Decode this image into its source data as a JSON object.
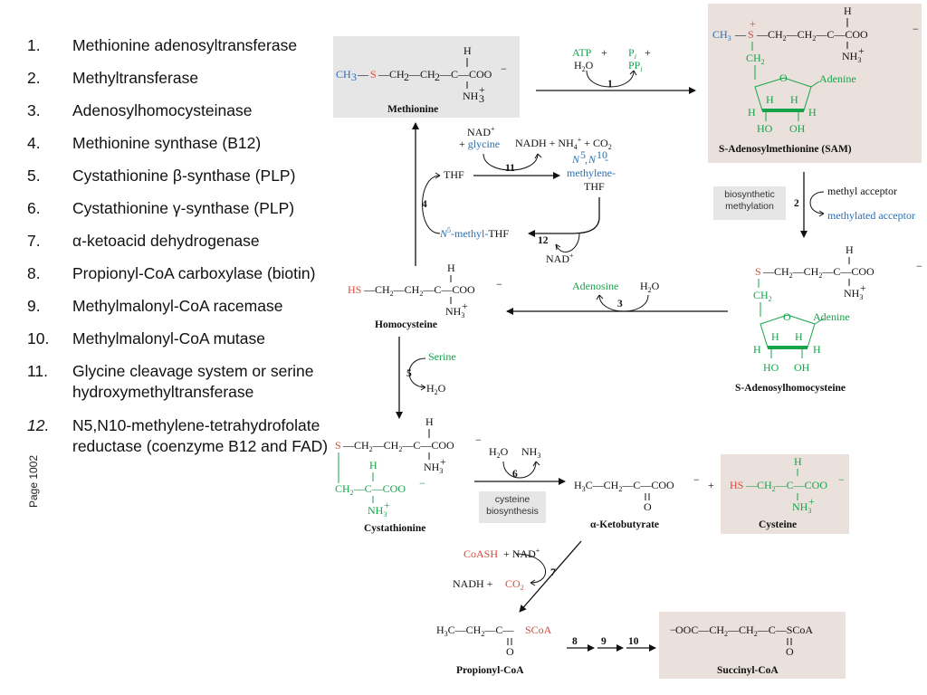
{
  "list": [
    {
      "num": "1.",
      "text": "Methionine adenosyltransferase"
    },
    {
      "num": "2.",
      "text": "Methyltransferase"
    },
    {
      "num": "3.",
      "text": "Adenosylhomocysteinase"
    },
    {
      "num": "4.",
      "text": "Methionine synthase (B12)"
    },
    {
      "num": "5.",
      "text": "Cystathionine β-synthase (PLP)"
    },
    {
      "num": "6.",
      "text": "Cystathionine γ-synthase (PLP)"
    },
    {
      "num": "7.",
      "text": "α-ketoacid dehydrogenase"
    },
    {
      "num": "8.",
      "text": "Propionyl-CoA carboxylase (biotin)"
    },
    {
      "num": "9.",
      "text": "Methylmalonyl-CoA racemase"
    },
    {
      "num": "10.",
      "text": "Methylmalonyl-CoA mutase"
    },
    {
      "num": "11.",
      "text": "Glycine cleavage system or serine hydroxymethyltransferase"
    },
    {
      "num": "12.",
      "text": "N5,N10-methylene-tetrahydrofolate reductase (coenzyme B12 and FAD)"
    }
  ],
  "page_label": "Page 1002",
  "compounds": {
    "methionine": "Methionine",
    "sam": "S-Adenosylmethionine (SAM)",
    "homocysteine": "Homocysteine",
    "sah": "S-Adenosylhomocysteine",
    "cystathionine": "Cystathionine",
    "ketobutyrate": "α-Ketobutyrate",
    "cysteine": "Cysteine",
    "propionyl": "Propionyl-CoA",
    "succinyl": "Succinyl-CoA"
  },
  "notes": {
    "biosynthetic": "biosynthetic methylation",
    "cysteine_bio": "cysteine biosynthesis"
  },
  "labels": {
    "atp": "ATP",
    "h2o": "H2O",
    "pi": "Pi",
    "ppi": "PPi",
    "methyl_acceptor": "methyl acceptor",
    "methylated_acceptor": "methylated acceptor",
    "adenosine": "Adenosine",
    "nad": "NAD+",
    "glycine": "+ glycine",
    "nadh_products": "NADH + NH4+ + CO2",
    "thf": "THF",
    "methylene_thf": "N5,N10-methylene-THF",
    "methyl_thf": "N5-methyl-THF",
    "serine": "Serine",
    "nh3": "NH3",
    "coash": "CoASH",
    "nadh": "NADH",
    "co2": "CO2",
    "adenine": "Adenine"
  },
  "steps": [
    "1",
    "2",
    "3",
    "4",
    "5",
    "6",
    "7",
    "8",
    "9",
    "10",
    "11",
    "12"
  ],
  "colors": {
    "green": "#16a34a",
    "blue": "#2b6fb0",
    "red": "#d94a3a",
    "grey_box": "#e6e6e7",
    "tan_box": "#eae0dc"
  }
}
